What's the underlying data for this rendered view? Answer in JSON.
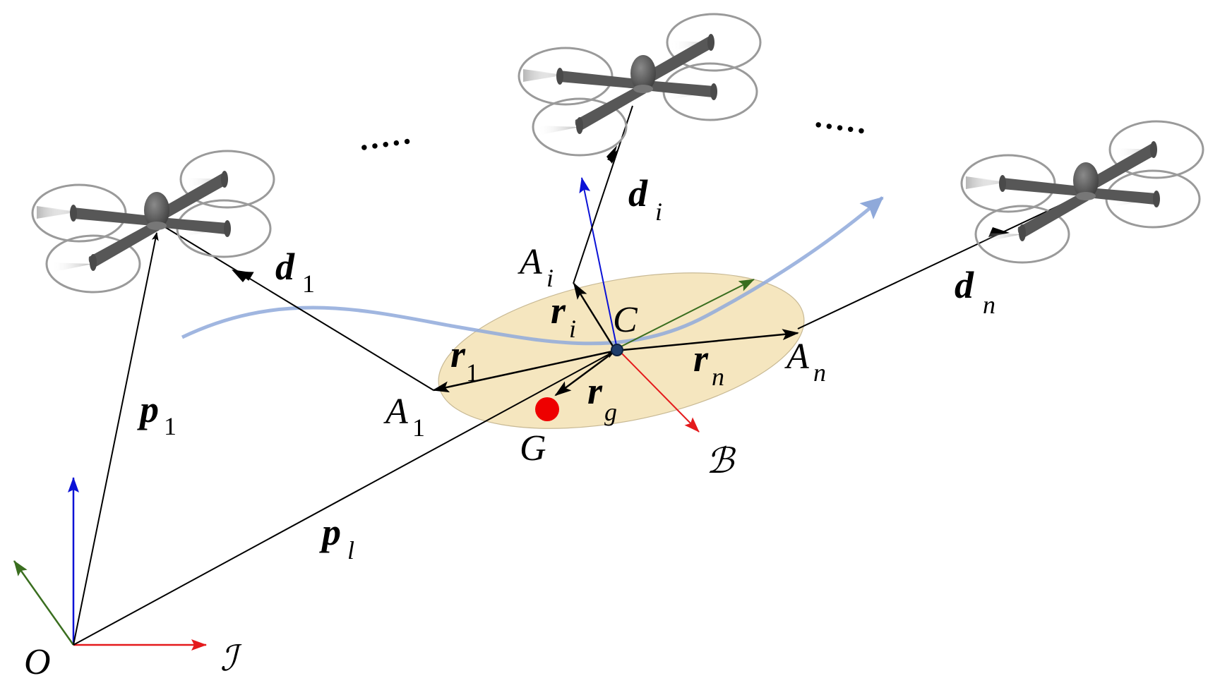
{
  "colors": {
    "vector": "#000000",
    "frame_x": "#e41a1c",
    "frame_y": "#3a6e1f",
    "frame_z": "#0b12d6",
    "load_fill": "#f5e6bf",
    "trajectory": "#8fa9da",
    "com_marker": "#ee0000",
    "drone": "#555555"
  },
  "labels": {
    "origin": "O",
    "inertial_frame": "ℐ",
    "body_frame": "ℬ",
    "center": "C",
    "com": "G",
    "ellipsis_left": "·····",
    "ellipsis_right": "·····",
    "p1": {
      "main": "p",
      "sub": "1"
    },
    "pl": {
      "main": "p",
      "sub": "l"
    },
    "d1": {
      "main": "d",
      "sub": "1"
    },
    "di": {
      "main": "d",
      "sub": "i"
    },
    "dn": {
      "main": "d",
      "sub": "n"
    },
    "r1": {
      "main": "r",
      "sub": "1"
    },
    "ri": {
      "main": "r",
      "sub": "i"
    },
    "rn": {
      "main": "r",
      "sub": "n"
    },
    "rg": {
      "main": "r",
      "sub": "g"
    },
    "A1": {
      "main": "A",
      "sub": "1"
    },
    "Ai": {
      "main": "A",
      "sub": "i"
    },
    "An": {
      "main": "A",
      "sub": "n"
    }
  }
}
